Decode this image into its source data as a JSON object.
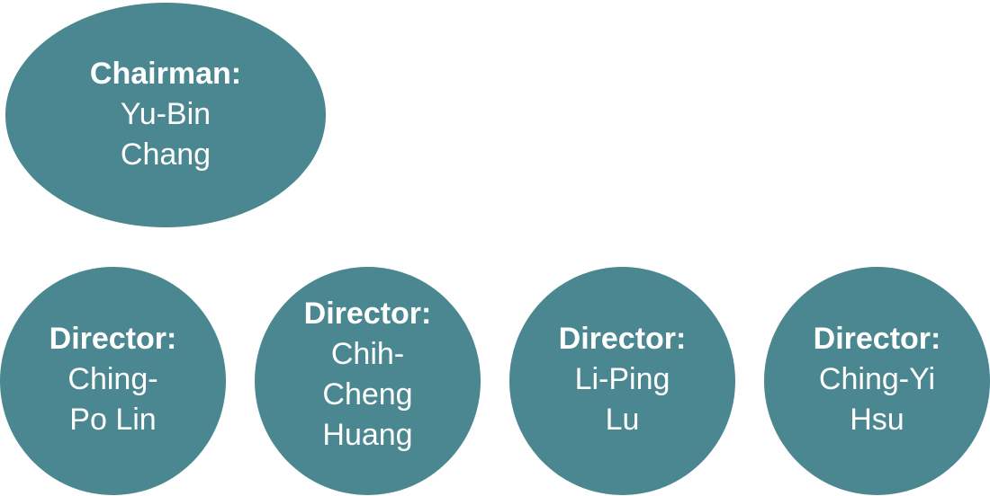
{
  "colors": {
    "node_fill": "#4a8790",
    "text": "#ffffff",
    "background": "#ffffff"
  },
  "chairman": {
    "role": "Chairman:",
    "name": "Yu-Bin\nChang"
  },
  "directors": [
    {
      "role": "Director:",
      "name": "Ching-\nPo Lin"
    },
    {
      "role": "Director:",
      "name": "Chih-\nCheng\nHuang"
    },
    {
      "role": "Director:",
      "name": "Li-Ping\nLu"
    },
    {
      "role": "Director:",
      "name": "Ching-Yi\nHsu"
    }
  ]
}
